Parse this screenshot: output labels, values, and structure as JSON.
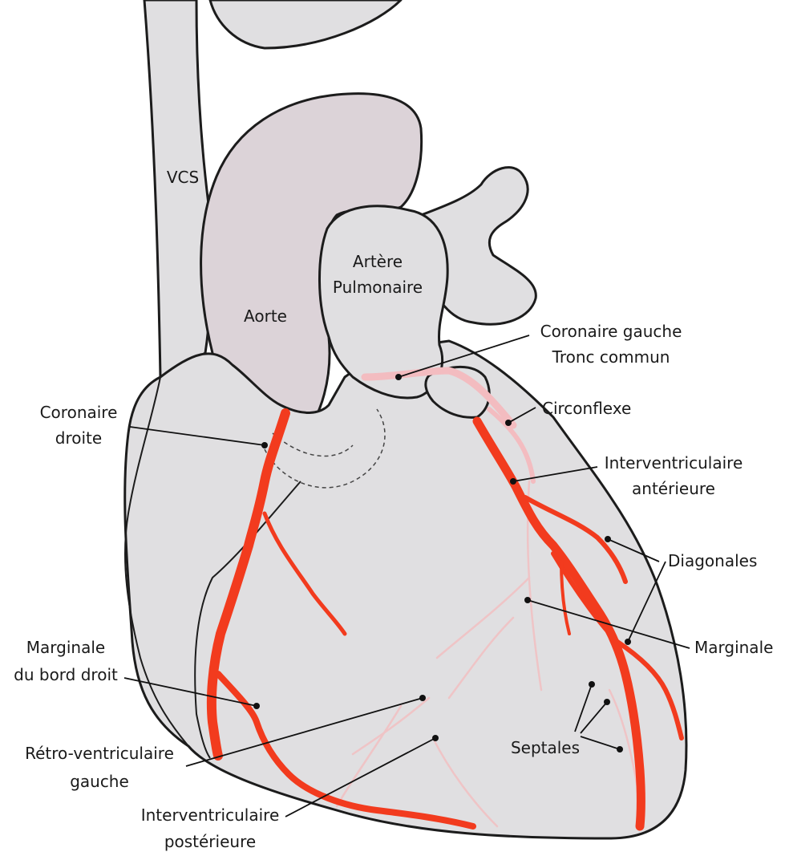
{
  "colors": {
    "artery": "#f23b1e",
    "artery_faint": "#f3bcc0",
    "organ": "#e0dfe1",
    "great_vessel": "#dcd3d8",
    "outline": "#1c1c1c"
  },
  "labels": {
    "vcs": "VCS",
    "aorte": "Aorte",
    "artere_pulmonaire_line1": "Artère",
    "artere_pulmonaire_line2": "Pulmonaire",
    "coronaire_gauche_line1": "Coronaire gauche",
    "coronaire_gauche_line2": "Tronc commun",
    "circonflexe": "Circonflexe",
    "interventriculaire_anterieure_line1": "Interventriculaire",
    "interventriculaire_anterieure_line2": "antérieure",
    "diagonales": "Diagonales",
    "marginale": "Marginale",
    "septales": "Septales",
    "coronaire_droite_line1": "Coronaire",
    "coronaire_droite_line2": "droite",
    "marginale_bord_droit_line1": "Marginale",
    "marginale_bord_droit_line2": "du bord droit",
    "retro_ventriculaire_line1": "Rétro-ventriculaire",
    "retro_ventriculaire_line2": "gauche",
    "interventriculaire_posterieure_line1": "Interventriculaire",
    "interventriculaire_posterieure_line2": "postérieure"
  }
}
